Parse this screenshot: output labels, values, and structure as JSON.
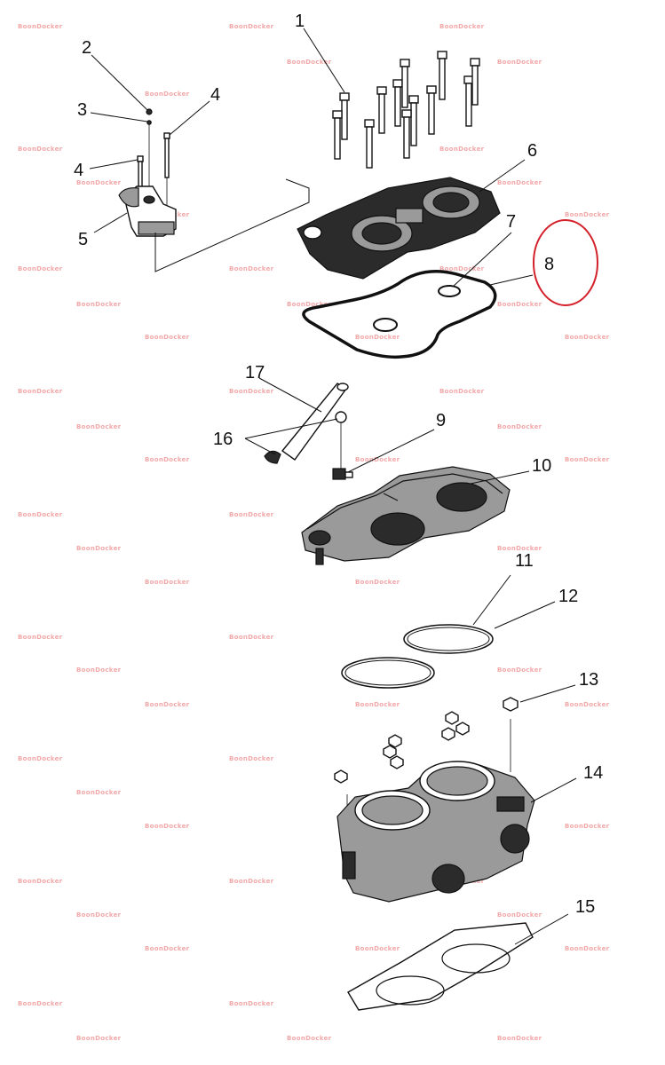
{
  "watermark": "BoonDocker",
  "highlight_color": "#d4202a",
  "watermark_color": "#f2a8a8",
  "callouts": [
    {
      "id": "1",
      "label": "1"
    },
    {
      "id": "2",
      "label": "2"
    },
    {
      "id": "3",
      "label": "3"
    },
    {
      "id": "4a",
      "label": "4"
    },
    {
      "id": "4b",
      "label": "4"
    },
    {
      "id": "5",
      "label": "5"
    },
    {
      "id": "6",
      "label": "6"
    },
    {
      "id": "7",
      "label": "7"
    },
    {
      "id": "8",
      "label": "8"
    },
    {
      "id": "9",
      "label": "9"
    },
    {
      "id": "10",
      "label": "10"
    },
    {
      "id": "11",
      "label": "11"
    },
    {
      "id": "12",
      "label": "12"
    },
    {
      "id": "13",
      "label": "13"
    },
    {
      "id": "14",
      "label": "14"
    },
    {
      "id": "15",
      "label": "15"
    },
    {
      "id": "16",
      "label": "16"
    },
    {
      "id": "17",
      "label": "17"
    }
  ]
}
